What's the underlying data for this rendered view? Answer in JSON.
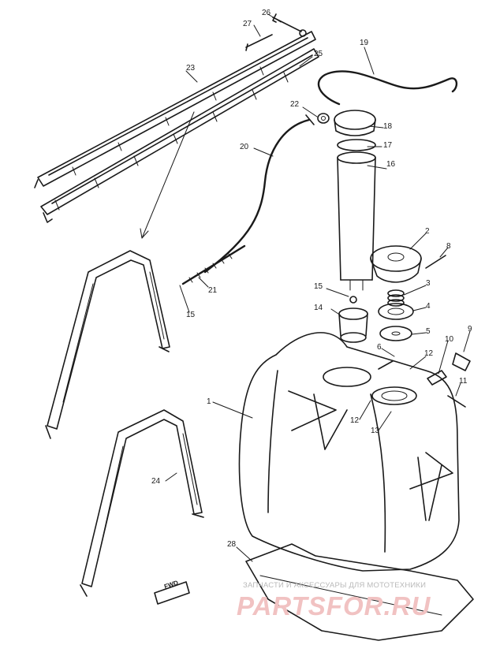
{
  "diagram": {
    "labels": {
      "l1": "1",
      "l2": "2",
      "l3": "3",
      "l4": "4",
      "l5": "5",
      "l6": "6",
      "l8": "8",
      "l9": "9",
      "l10": "10",
      "l11": "11",
      "l12a": "12",
      "l12b": "12",
      "l13": "13",
      "l14": "14",
      "l15a": "15",
      "l15b": "15",
      "l16": "16",
      "l17": "17",
      "l18": "18",
      "l19": "19",
      "l20": "20",
      "l21": "21",
      "l22": "22",
      "l23": "23",
      "l24": "24",
      "l25": "25",
      "l26": "26",
      "l27": "27",
      "l28": "28"
    },
    "fwd_label": "FWD"
  },
  "watermark": {
    "small_text": "ЗАПЧАСТИ И АКСЕССУАРЫ ДЛЯ МОТОТЕХНИКИ",
    "big_text": "PARTSFOR.RU"
  }
}
